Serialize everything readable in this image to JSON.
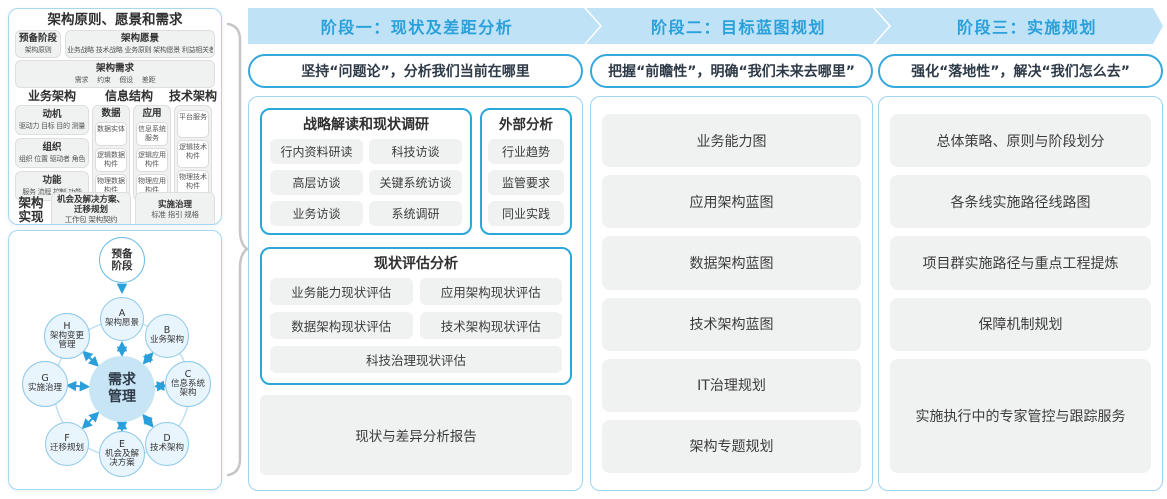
{
  "colors": {
    "accent": "#2ba7dc",
    "banner_bg": "#bfe2f6",
    "banner_text": "#2aa0db",
    "panel_border": "#a6d7f1",
    "item_bg": "#f0f1f1",
    "center_circle_fill": "#c7e5f5",
    "satellite_fill": "#e9f5fc"
  },
  "left_panel": {
    "title": "架构原则、愿景和需求",
    "prep": {
      "title": "预备阶段",
      "sub": "架构原则"
    },
    "vision": {
      "title": "架构愿景",
      "sub": "业务战略 技术战略 业务原则 架构愿景 利益相关者"
    },
    "requirement": {
      "title": "架构需求",
      "sub": "需求 约束 假设 差距"
    },
    "business": {
      "header": "业务架构",
      "motivation": {
        "title": "动机",
        "sub": "驱动力 目标 目的 测量"
      },
      "organization": {
        "title": "组织",
        "sub": "组织 位置 驱动者 角色"
      },
      "function": {
        "title": "功能",
        "sub": "服务 流程 控制 功能"
      }
    },
    "information": {
      "header": "信息结构",
      "data": {
        "title": "数据",
        "items": [
          "数据实体",
          "逻辑数据构件",
          "物理数据构件"
        ]
      },
      "application": {
        "title": "应用",
        "items": [
          "信息系统服务",
          "逻辑应用构件",
          "物理应用构件"
        ]
      }
    },
    "technology": {
      "header": "技术架构",
      "items": [
        "平台服务",
        "逻辑技术构件",
        "物理技术构件"
      ]
    },
    "implementation": {
      "label": "架构实现",
      "opportunity": {
        "title": "机会及解决方案、迁移规划",
        "sub": "工作包 架构契约"
      },
      "governance": {
        "title": "实施治理",
        "sub": "标准 指引 规格"
      }
    }
  },
  "adm": {
    "prep": "预备阶段",
    "center": "需求管理",
    "nodes": [
      {
        "letter": "A",
        "label": "架构愿景"
      },
      {
        "letter": "B",
        "label": "业务架构"
      },
      {
        "letter": "C",
        "label": "信息系统架构"
      },
      {
        "letter": "D",
        "label": "技术架构"
      },
      {
        "letter": "E",
        "label": "机会及解决方案"
      },
      {
        "letter": "F",
        "label": "迁移规划"
      },
      {
        "letter": "G",
        "label": "实施治理"
      },
      {
        "letter": "H",
        "label": "架构变更管理"
      }
    ]
  },
  "phases": [
    {
      "banner": "阶段一：现状及差距分析",
      "subtitle": "坚持“问题论”，分析我们当前在哪里",
      "survey": {
        "title": "战略解读和现状调研",
        "items": [
          "行内资料研读",
          "科技访谈",
          "高层访谈",
          "关键系统访谈",
          "业务访谈",
          "系统调研"
        ]
      },
      "external": {
        "title": "外部分析",
        "items": [
          "行业趋势",
          "监管要求",
          "同业实践"
        ]
      },
      "assessment": {
        "title": "现状评估分析",
        "items": [
          "业务能力现状评估",
          "应用架构现状评估",
          "数据架构现状评估",
          "技术架构现状评估",
          "科技治理现状评估"
        ]
      },
      "report": "现状与差异分析报告"
    },
    {
      "banner": "阶段二：目标蓝图规划",
      "subtitle": "把握“前瞻性”，明确“我们未来去哪里”",
      "items": [
        "业务能力图",
        "应用架构蓝图",
        "数据架构蓝图",
        "技术架构蓝图",
        "IT治理规划",
        "架构专题规划"
      ]
    },
    {
      "banner": "阶段三：实施规划",
      "subtitle": "强化“落地性”，解决“我们怎么去”",
      "items": [
        "总体策略、原则与阶段划分",
        "各条线实施路径线路图",
        "项目群实施路径与重点工程提炼",
        "保障机制规划",
        "实施执行中的专家管控与跟踪服务"
      ]
    }
  ]
}
